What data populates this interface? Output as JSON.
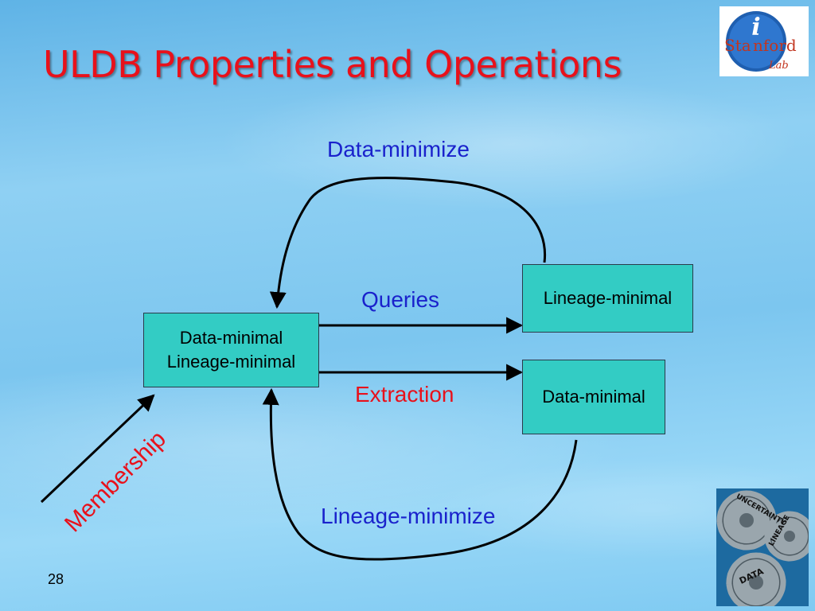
{
  "slide": {
    "title": "ULDB Properties and Operations",
    "page_number": "28"
  },
  "logo": {
    "text_1": "Sta",
    "text_2": "nford",
    "text_3": "Lab",
    "icon_letter": "i"
  },
  "gears_image": {
    "words": [
      "UNCERTAINTY",
      "LINEAGE",
      "DATA"
    ]
  },
  "diagram": {
    "source_box": {
      "line1": "Data-minimal",
      "line2": "Lineage-minimal"
    },
    "queries_target_box": {
      "line1": "Lineage-minimal"
    },
    "extraction_target_box": {
      "line1": "Data-minimal"
    },
    "labels": {
      "data_minimize": "Data-minimize",
      "queries": "Queries",
      "extraction": "Extraction",
      "lineage_minimize": "Lineage-minimize",
      "membership": "Membership"
    }
  },
  "colors": {
    "title": "#e8111b",
    "box_fill": "#33ccc4",
    "operation_blue": "#1a22cc",
    "operation_red": "#e8111b"
  }
}
